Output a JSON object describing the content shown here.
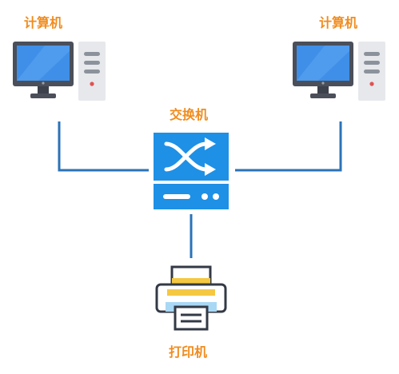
{
  "nodes": {
    "left_computer": {
      "label": "计算机"
    },
    "right_computer": {
      "label": "计算机"
    },
    "switch": {
      "label": "交换机"
    },
    "printer": {
      "label": "打印机"
    }
  },
  "colors": {
    "label": "#f08c1e",
    "link": "#2a73b8",
    "switch_body": "#1e90e6",
    "monitor_frame": "#4a4f5a",
    "monitor_screen": "#3f8fe8",
    "tower": "#e6e8ec",
    "printer_paper_yellow": "#f5c842",
    "printer_tray_blue": "#a9d8f5"
  }
}
